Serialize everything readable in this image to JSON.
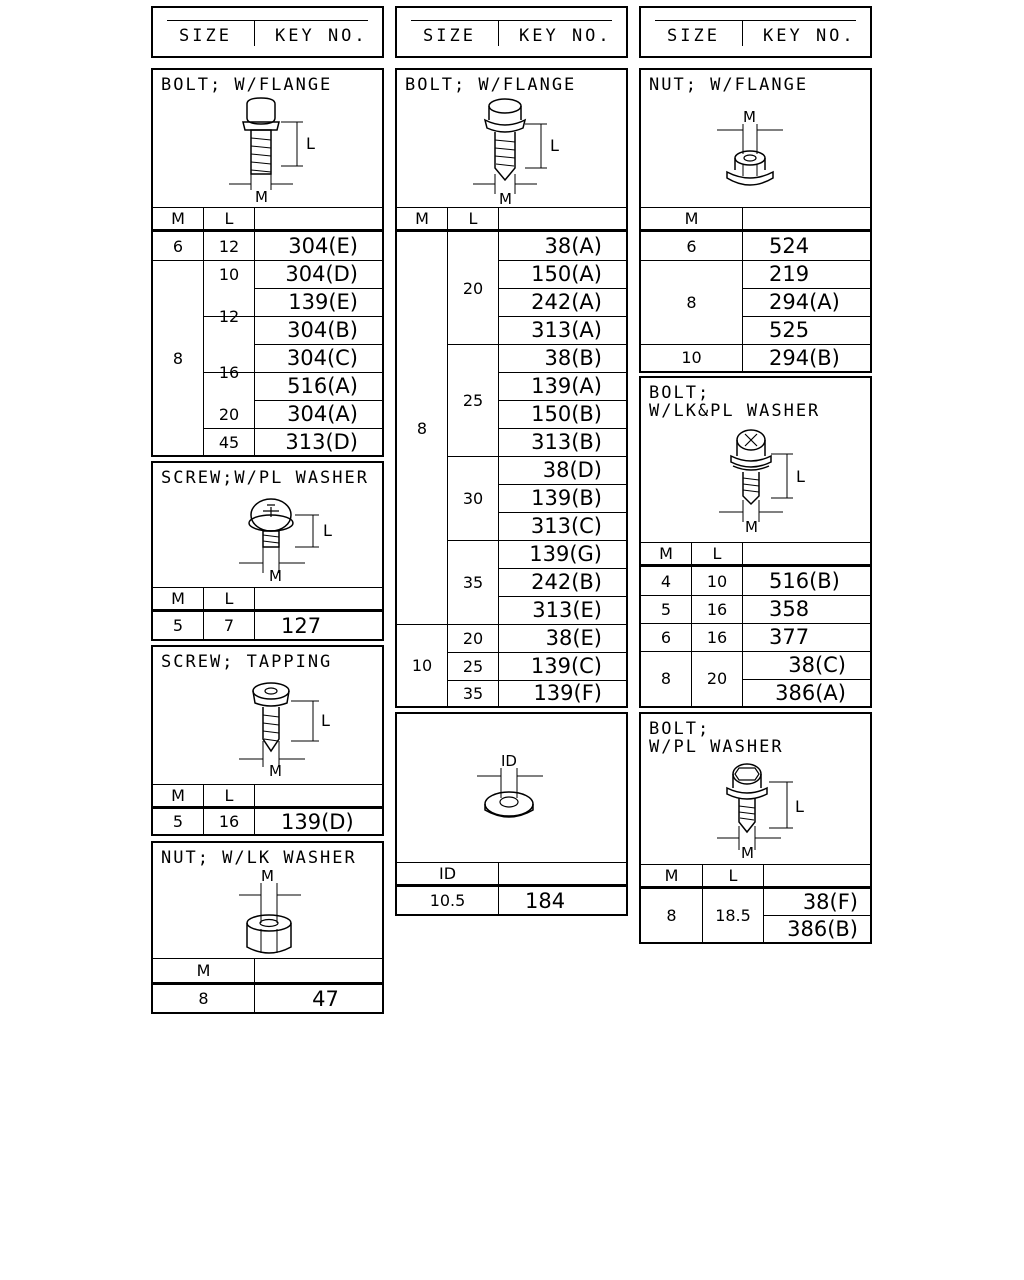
{
  "header": {
    "size_label": "SIZE",
    "key_label": "KEY NO."
  },
  "col_headers": {
    "m": "M",
    "l": "L",
    "id": "ID"
  },
  "icons": [
    "bolt-flange-icon",
    "screw-washer-icon",
    "tapping-screw-icon",
    "nut-lock-washer-icon",
    "nut-flange-icon",
    "bolt-lock-plain-washer-icon",
    "flat-washer-icon",
    "bolt-plain-washer-icon"
  ],
  "dim_labels": {
    "m": "M",
    "l": "L",
    "id": "ID"
  },
  "bolt_flange_a": {
    "title": "BOLT; W/FLANGE",
    "rows": [
      {
        "m": "6",
        "l": "12",
        "key": "304(E)"
      },
      {
        "m": "8",
        "l": "10",
        "key": "304(D)"
      },
      {
        "m": "8",
        "l": "12",
        "key": "139(E)"
      },
      {
        "m": "8",
        "l": "12",
        "key": "304(B)"
      },
      {
        "m": "8",
        "l": "16",
        "key": "304(C)"
      },
      {
        "m": "8",
        "l": "16",
        "key": "516(A)"
      },
      {
        "m": "8",
        "l": "20",
        "key": "304(A)"
      },
      {
        "m": "8",
        "l": "45",
        "key": "313(D)"
      }
    ]
  },
  "screw_pl_washer": {
    "title": "SCREW;W/PL WASHER",
    "rows": [
      {
        "m": "5",
        "l": "7",
        "key": "127"
      }
    ]
  },
  "screw_tapping": {
    "title": "SCREW; TAPPING",
    "rows": [
      {
        "m": "5",
        "l": "16",
        "key": "139(D)"
      }
    ]
  },
  "nut_lk_washer": {
    "title": "NUT; W/LK WASHER",
    "rows": [
      {
        "m": "8",
        "key": "47"
      }
    ]
  },
  "bolt_flange_b": {
    "title": "BOLT; W/FLANGE",
    "rows": [
      {
        "m": "8",
        "l": "20",
        "key": "38(A)"
      },
      {
        "m": "8",
        "l": "20",
        "key": "150(A)"
      },
      {
        "m": "8",
        "l": "20",
        "key": "242(A)"
      },
      {
        "m": "8",
        "l": "20",
        "key": "313(A)"
      },
      {
        "m": "8",
        "l": "25",
        "key": "38(B)"
      },
      {
        "m": "8",
        "l": "25",
        "key": "139(A)"
      },
      {
        "m": "8",
        "l": "25",
        "key": "150(B)"
      },
      {
        "m": "8",
        "l": "25",
        "key": "313(B)"
      },
      {
        "m": "8",
        "l": "30",
        "key": "38(D)"
      },
      {
        "m": "8",
        "l": "30",
        "key": "139(B)"
      },
      {
        "m": "8",
        "l": "30",
        "key": "313(C)"
      },
      {
        "m": "8",
        "l": "35",
        "key": "139(G)"
      },
      {
        "m": "8",
        "l": "35",
        "key": "242(B)"
      },
      {
        "m": "8",
        "l": "35",
        "key": "313(E)"
      },
      {
        "m": "10",
        "l": "20",
        "key": "38(E)"
      },
      {
        "m": "10",
        "l": "25",
        "key": "139(C)"
      },
      {
        "m": "10",
        "l": "35",
        "key": "139(F)"
      }
    ]
  },
  "washer": {
    "rows": [
      {
        "id": "10.5",
        "key": "184"
      }
    ]
  },
  "nut_flange": {
    "title": "NUT; W/FLANGE",
    "rows": [
      {
        "m": "6",
        "key": "524"
      },
      {
        "m": "8",
        "key": "219"
      },
      {
        "m": "8",
        "key": "294(A)"
      },
      {
        "m": "8",
        "key": "525"
      },
      {
        "m": "10",
        "key": "294(B)"
      }
    ]
  },
  "bolt_lk_pl_washer": {
    "title_line1": "BOLT;",
    "title_line2": "W/LK&PL WASHER",
    "rows": [
      {
        "m": "4",
        "l": "10",
        "key": "516(B)"
      },
      {
        "m": "5",
        "l": "16",
        "key": "358"
      },
      {
        "m": "6",
        "l": "16",
        "key": "377"
      },
      {
        "m": "8",
        "l": "20",
        "key": "38(C)"
      },
      {
        "m": "8",
        "l": "20",
        "key": "386(A)"
      }
    ]
  },
  "bolt_pl_washer": {
    "title_line1": "BOLT;",
    "title_line2": "W/PL WASHER",
    "rows": [
      {
        "m": "8",
        "l": "18.5",
        "key": "38(F)"
      },
      {
        "m": "8",
        "l": "18.5",
        "key": "386(B)"
      }
    ]
  }
}
